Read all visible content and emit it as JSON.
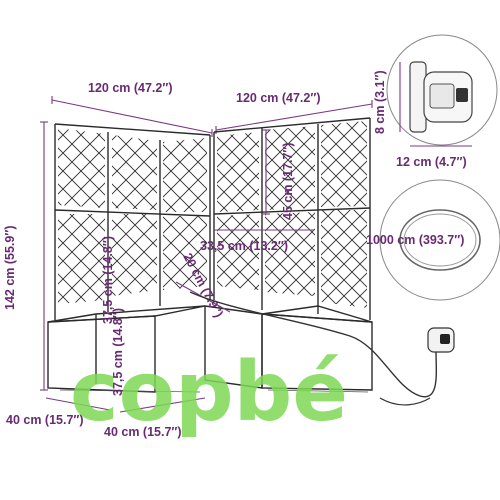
{
  "dimensions": {
    "top_left_width": "120 cm (47.2″)",
    "top_right_width": "120 cm (47.2″)",
    "height": "142 cm (55.9″)",
    "panel_height": "45 cm (17.7″)",
    "inner_width": "33,5 cm (13.2″)",
    "inner_depth": "20 cm (7.9″)",
    "box_height_a": "37,5 cm (14.8″)",
    "box_height_b": "37,5 cm (14.8″)",
    "bottom_left_depth": "40 cm (15.7″)",
    "bottom_right_depth": "40 cm (15.7″)",
    "timer_height": "8 cm (3.1″)",
    "timer_width": "12 cm (4.7″)",
    "hose_length": "1000 cm (393.7″)"
  },
  "watermark": {
    "text": "copbé"
  },
  "colors": {
    "dimension": "#6a2a73",
    "frame": "#2a2a2a",
    "watermark": "#7ed957"
  }
}
